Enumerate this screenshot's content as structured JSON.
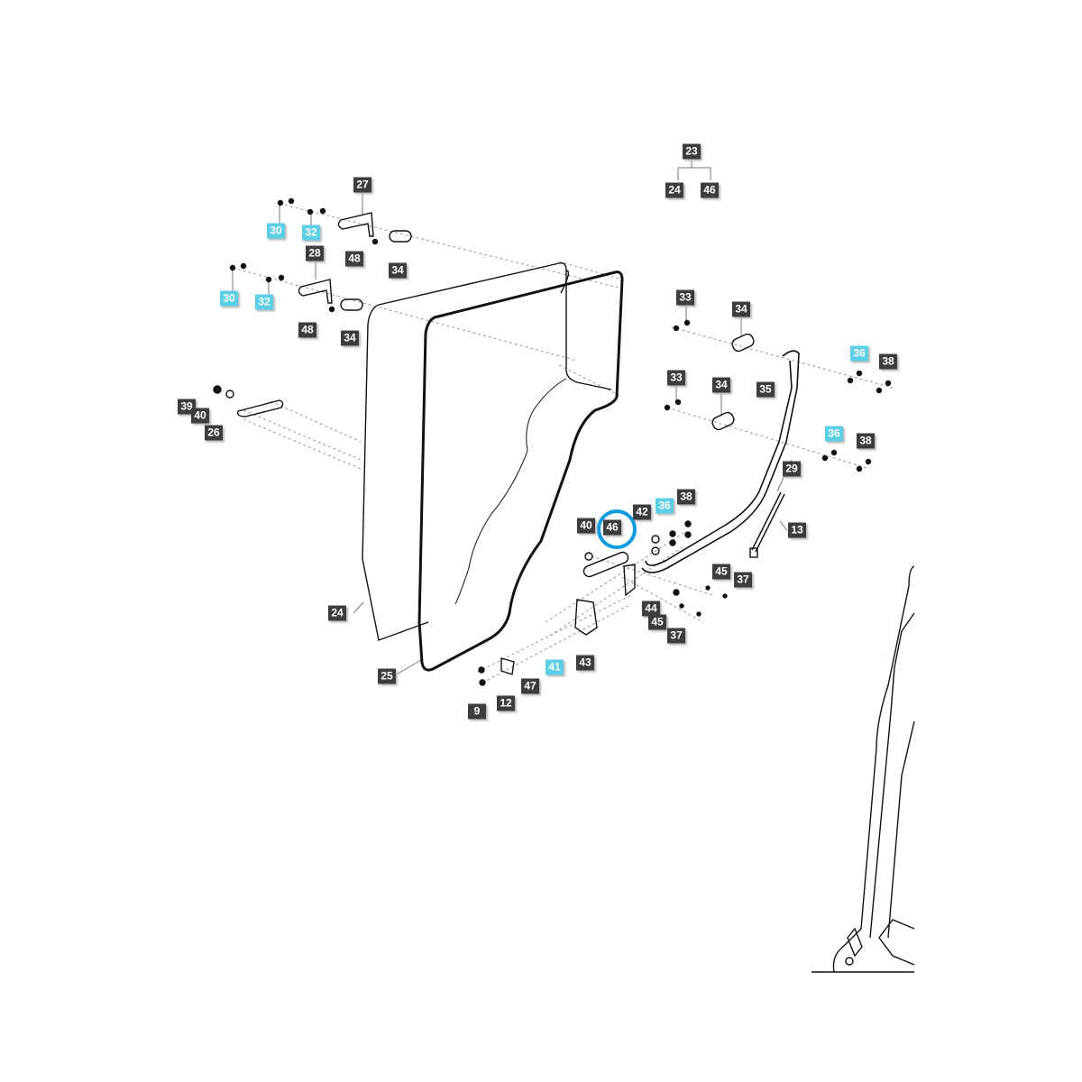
{
  "highlight_color": "#0b9be0",
  "label_colors": {
    "standard": "#3d3d3d",
    "variant": "#5ccfe6"
  },
  "highlighted_part": "46",
  "labels": [
    {
      "text": "23"
    },
    {
      "text": "24"
    },
    {
      "text": "46"
    },
    {
      "text": "27"
    },
    {
      "text": "30",
      "variant": true
    },
    {
      "text": "32",
      "variant": true
    },
    {
      "text": "48"
    },
    {
      "text": "34"
    },
    {
      "text": "28"
    },
    {
      "text": "30",
      "variant": true
    },
    {
      "text": "32",
      "variant": true
    },
    {
      "text": "48"
    },
    {
      "text": "34"
    },
    {
      "text": "39"
    },
    {
      "text": "40"
    },
    {
      "text": "26"
    },
    {
      "text": "33"
    },
    {
      "text": "34"
    },
    {
      "text": "36",
      "variant": true
    },
    {
      "text": "38"
    },
    {
      "text": "35"
    },
    {
      "text": "33"
    },
    {
      "text": "34"
    },
    {
      "text": "36",
      "variant": true
    },
    {
      "text": "38"
    },
    {
      "text": "29"
    },
    {
      "text": "13"
    },
    {
      "text": "24"
    },
    {
      "text": "25"
    },
    {
      "text": "40"
    },
    {
      "text": "46"
    },
    {
      "text": "42"
    },
    {
      "text": "36",
      "variant": true
    },
    {
      "text": "38"
    },
    {
      "text": "45"
    },
    {
      "text": "37"
    },
    {
      "text": "44"
    },
    {
      "text": "45"
    },
    {
      "text": "37"
    },
    {
      "text": "41",
      "variant": true
    },
    {
      "text": "43"
    },
    {
      "text": "47"
    },
    {
      "text": "12"
    },
    {
      "text": "9"
    }
  ]
}
